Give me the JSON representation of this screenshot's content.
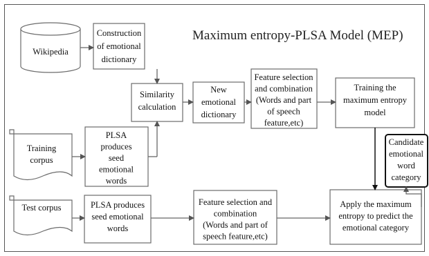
{
  "title": "Maximum entropy-PLSA Model (MEP)",
  "nodes": {
    "wikipedia": "Wikipedia",
    "construction": [
      "Construction",
      "of emotional",
      "dictionary"
    ],
    "similarity": [
      "Similarity",
      "calculation"
    ],
    "new_dictionary": [
      "New",
      "emotional",
      "dictionary"
    ],
    "feature_selection_top": [
      "Feature selection",
      "and combination",
      "(Words and part",
      "of speech",
      "feature,etc)"
    ],
    "training_model": [
      "Training the",
      "maximum entropy",
      "model"
    ],
    "training_corpus": [
      "Training",
      "corpus"
    ],
    "plsa_seed_top": [
      "PLSA",
      "produces",
      "seed",
      "emotional",
      "words"
    ],
    "candidate": [
      "Candidate",
      "emotional",
      "word",
      "category"
    ],
    "test_corpus": "Test corpus",
    "plsa_seed_bottom": [
      "PLSA produces",
      "seed emotional",
      "words"
    ],
    "feature_selection_bottom": [
      "Feature selection and",
      "combination",
      "(Words and part of",
      "speech feature,etc)"
    ],
    "apply_model": [
      "Apply the maximum",
      "entropy to predict the",
      "emotional category"
    ]
  }
}
